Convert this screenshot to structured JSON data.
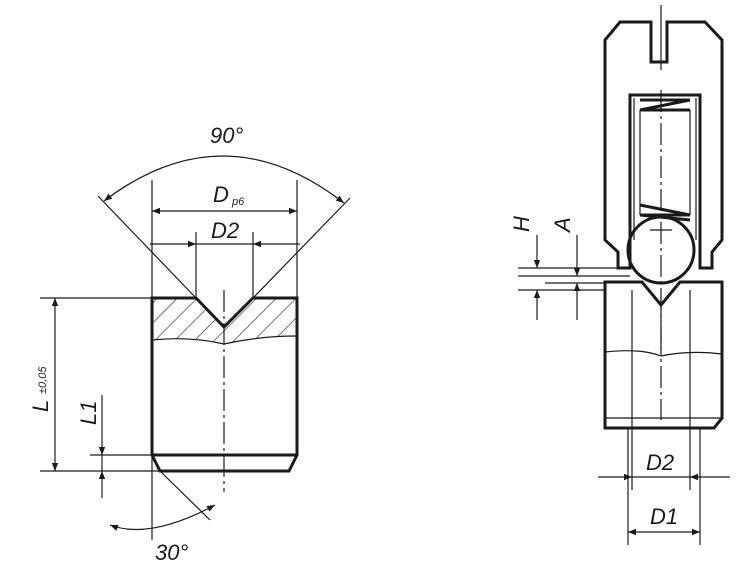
{
  "left_view": {
    "angle_top": "90°",
    "diameter_label": "D",
    "diameter_tolerance": "p6",
    "inner_diameter": "D2",
    "length_label": "L",
    "length_tolerance": "±0,05",
    "chamfer_length": "L1",
    "chamfer_angle": "30°"
  },
  "right_view": {
    "dim_h": "H",
    "dim_a": "A",
    "dim_d2": "D2",
    "dim_d1": "D1"
  },
  "colors": {
    "line": "#1a1a1a",
    "fill": "#d9d9d9"
  }
}
